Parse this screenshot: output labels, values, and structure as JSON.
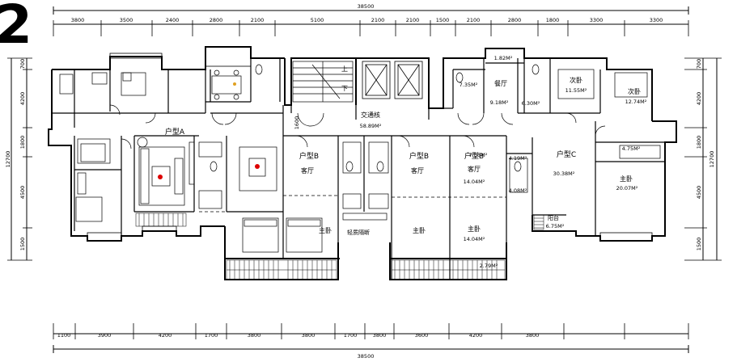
{
  "page_number": "2",
  "dimensions": {
    "top_total": "38500",
    "bottom_total": "38500",
    "top_segments": [
      "3800",
      "3500",
      "2400",
      "2800",
      "2100",
      "5100",
      "2100",
      "2100",
      "1500",
      "2100",
      "2800",
      "1800",
      "3300",
      "3300"
    ],
    "bottom_segments": [
      "1100",
      "3900",
      "4200",
      "1700",
      "3800",
      "3800",
      "1700",
      "3800",
      "3600",
      "4200",
      "3800"
    ],
    "left_segments": [
      "700",
      "4200",
      "1800",
      "4500",
      "1500"
    ],
    "left_total": "12700",
    "right_segments": [
      "700",
      "4200",
      "1800",
      "4500",
      "1500"
    ],
    "right_total": "12700"
  },
  "labels": {
    "unit_a": "户型A",
    "unit_b_left": "户型B",
    "unit_b_mid": "户型B",
    "unit_b_right": "户型B",
    "unit_c": "户型C",
    "living_b1": "客厅",
    "living_b2": "客厅",
    "living_b3": "客厅",
    "living_b3_area": "14.04M²",
    "living_c_area": "30.38M²",
    "master_b1": "主卧",
    "master_b2": "主卧",
    "master_b3": "主卧",
    "master_b3_area": "14.04M²",
    "master_c": "主卧",
    "master_c_area": "20.07M²",
    "corridor": "交通核",
    "corridor_area": "58.89M²",
    "corridor_width": "1600",
    "stair_up": "上",
    "stair_down": "下",
    "dining": "餐厅",
    "dining_area": "9.18M²",
    "room_182": "1.82M²",
    "room_735a": "7.35M²",
    "room_735b": "7.35M²",
    "room_630": "6.30M²",
    "second_bed1": "次卧",
    "second_bed1_area": "11.55M²",
    "second_bed2": "次卧",
    "second_bed2_area": "12.74M²",
    "bath_419": "4.19M²",
    "bath_408": "4.08M²",
    "bath_c_area": "4.75M²",
    "balcony_c": "阳台",
    "balcony_c_area": "6.75M²",
    "balcony_b_area": "2.79M²",
    "partition_note": "轻质隔断"
  }
}
